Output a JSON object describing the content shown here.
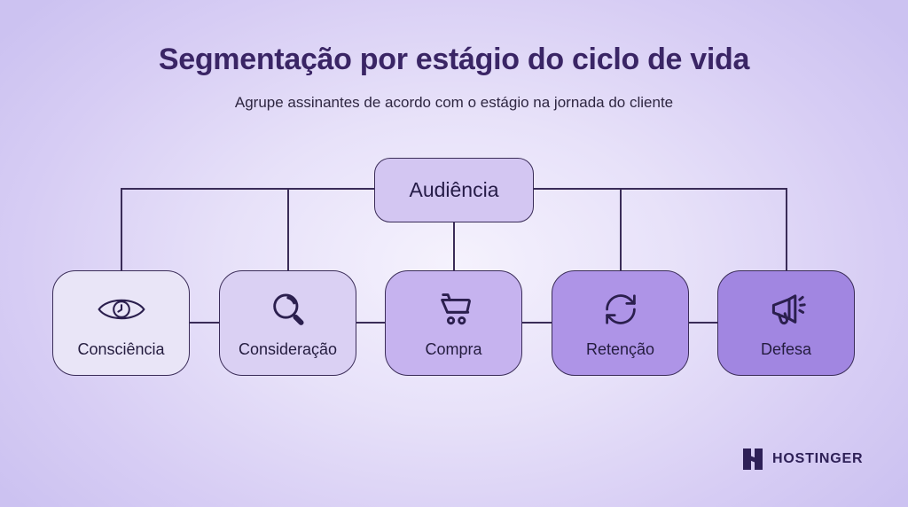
{
  "page": {
    "background_outer_color": "#ccc2f1",
    "background_center_color": "#f5f2fd",
    "line_color": "#3a2c58"
  },
  "header": {
    "title": "Segmentação por estágio do ciclo de vida",
    "subtitle": "Agrupe assinantes de acordo com o estágio na jornada do cliente",
    "title_color": "#3a2565",
    "subtitle_color": "#2e2641"
  },
  "diagram": {
    "root_node": {
      "label": "Audiência",
      "fill": "#d3c6f2"
    },
    "stages": [
      {
        "label": "Consciência",
        "icon": "eye-clock-icon",
        "fill": "#e9e5f7"
      },
      {
        "label": "Consideração",
        "icon": "magnifier-icon",
        "fill": "#dad0f3"
      },
      {
        "label": "Compra",
        "icon": "shopping-cart-icon",
        "fill": "#c6b3ef"
      },
      {
        "label": "Retenção",
        "icon": "refresh-arrows-icon",
        "fill": "#ae94e7"
      },
      {
        "label": "Defesa",
        "icon": "megaphone-icon",
        "fill": "#a186e1"
      }
    ],
    "border_color": "#3a2c58",
    "text_color": "#241c3f"
  },
  "footer": {
    "brand_name": "HOSTINGER",
    "brand_color": "#2e2057"
  }
}
